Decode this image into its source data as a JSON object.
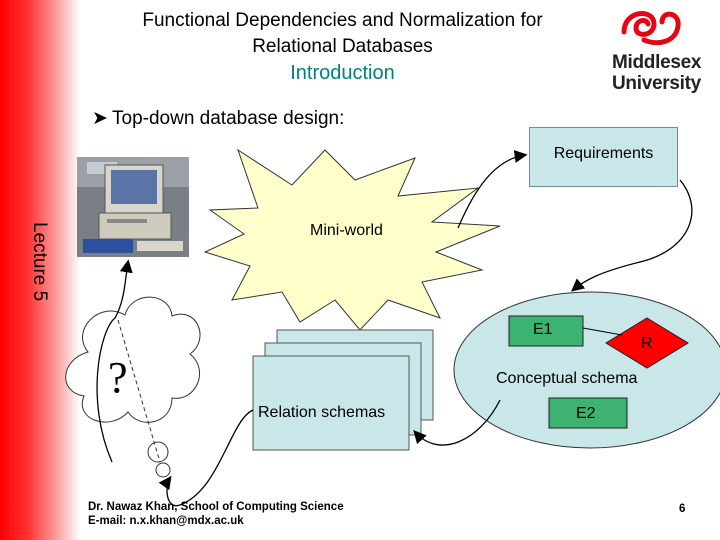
{
  "title": {
    "line1": "Functional Dependencies and Normalization for",
    "line2": "Relational Databases",
    "subtitle": "Introduction"
  },
  "logo": {
    "line1": "Middlesex",
    "line2": "University"
  },
  "bullet": {
    "text": "Top-down database design:"
  },
  "sidebar": {
    "lecture": "Lecture 5"
  },
  "diagram": {
    "requirements": "Requirements",
    "mini_world": "Mini-world",
    "e1": "E1",
    "r": "R",
    "conceptual_schema": "Conceptual schema",
    "e2": "E2",
    "relation_schemas": "Relation schemas",
    "question": "?"
  },
  "footer": {
    "author": "Dr. Nawaz Khan, School of Computing Science",
    "email": "E-mail: n.x.khan@mdx.ac.uk",
    "page": "6"
  },
  "colors": {
    "sidebar_red": "#ff0000",
    "subtitle_teal": "#008080",
    "box_fill": "#c9e6e8",
    "starburst_fill": "#ffffcc",
    "relation_fill": "#c9e6e8",
    "ellipse_fill": "#c9e6e8",
    "entity_fill": "#3cb371",
    "relationship_fill": "#ff0000"
  }
}
